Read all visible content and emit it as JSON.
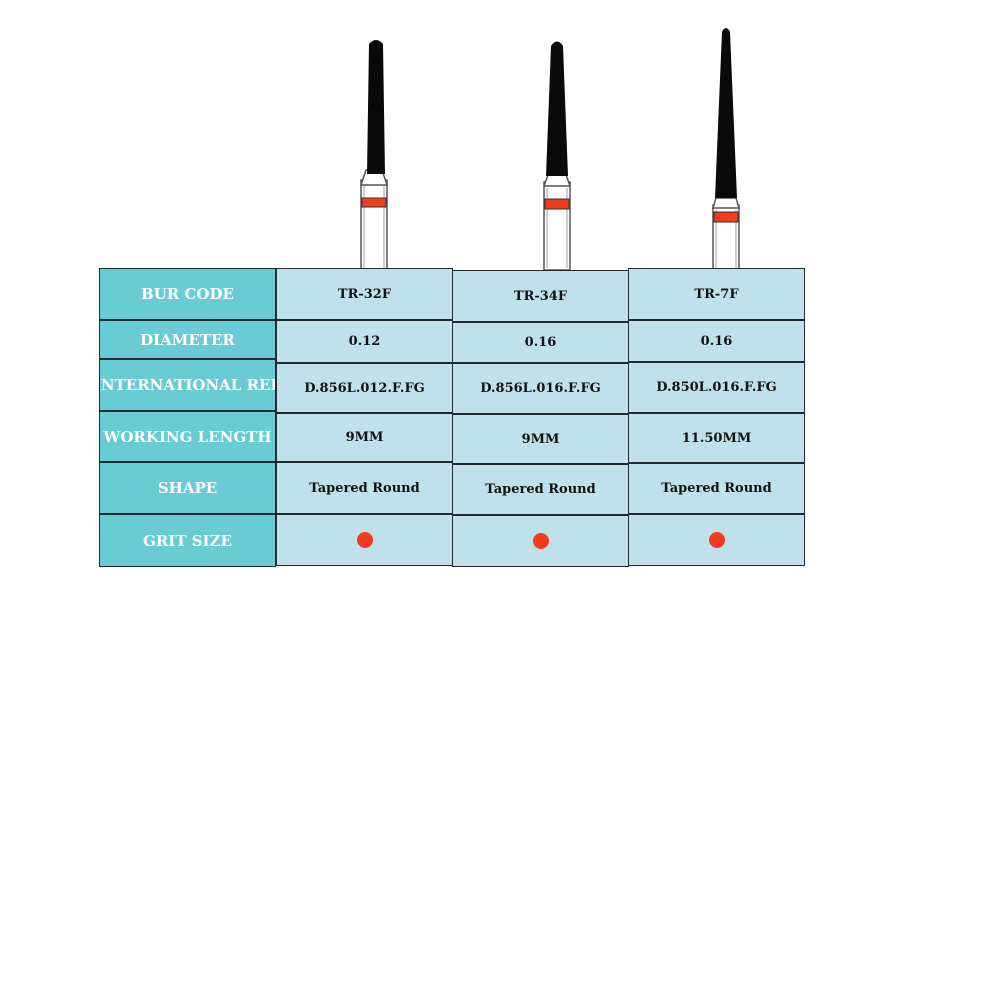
{
  "colors": {
    "label_bg": "#69ccd4",
    "value_bg": "#c0e0ec",
    "grit_fine": "#f23c1e",
    "bur_head": "#0a0a0a"
  },
  "row_labels": [
    "BUR CODE",
    "DIAMETER",
    "INTERNATIONAL REF",
    "WORKING LENGTH",
    "SHAPE",
    "GRIT SIZE"
  ],
  "products": [
    {
      "bur_code": "TR-32F",
      "diameter": "0.12",
      "international_ref": "D.856L.012.F.FG",
      "working_length": "9MM",
      "shape": "Tapered Round",
      "grit_color": "#f23c1e",
      "image_icon": "tapered-round-bur-icon"
    },
    {
      "bur_code": "TR-34F",
      "diameter": "0.16",
      "international_ref": "D.856L.016.F.FG",
      "working_length": "9MM",
      "shape": "Tapered Round",
      "grit_color": "#f23c1e",
      "image_icon": "tapered-round-bur-icon"
    },
    {
      "bur_code": "TR-7F",
      "diameter": "0.16",
      "international_ref": "D.850L.016.F.FG",
      "working_length": "11.50MM",
      "shape": "Tapered Round",
      "grit_color": "#f23c1e",
      "image_icon": "tapered-round-bur-icon"
    }
  ]
}
